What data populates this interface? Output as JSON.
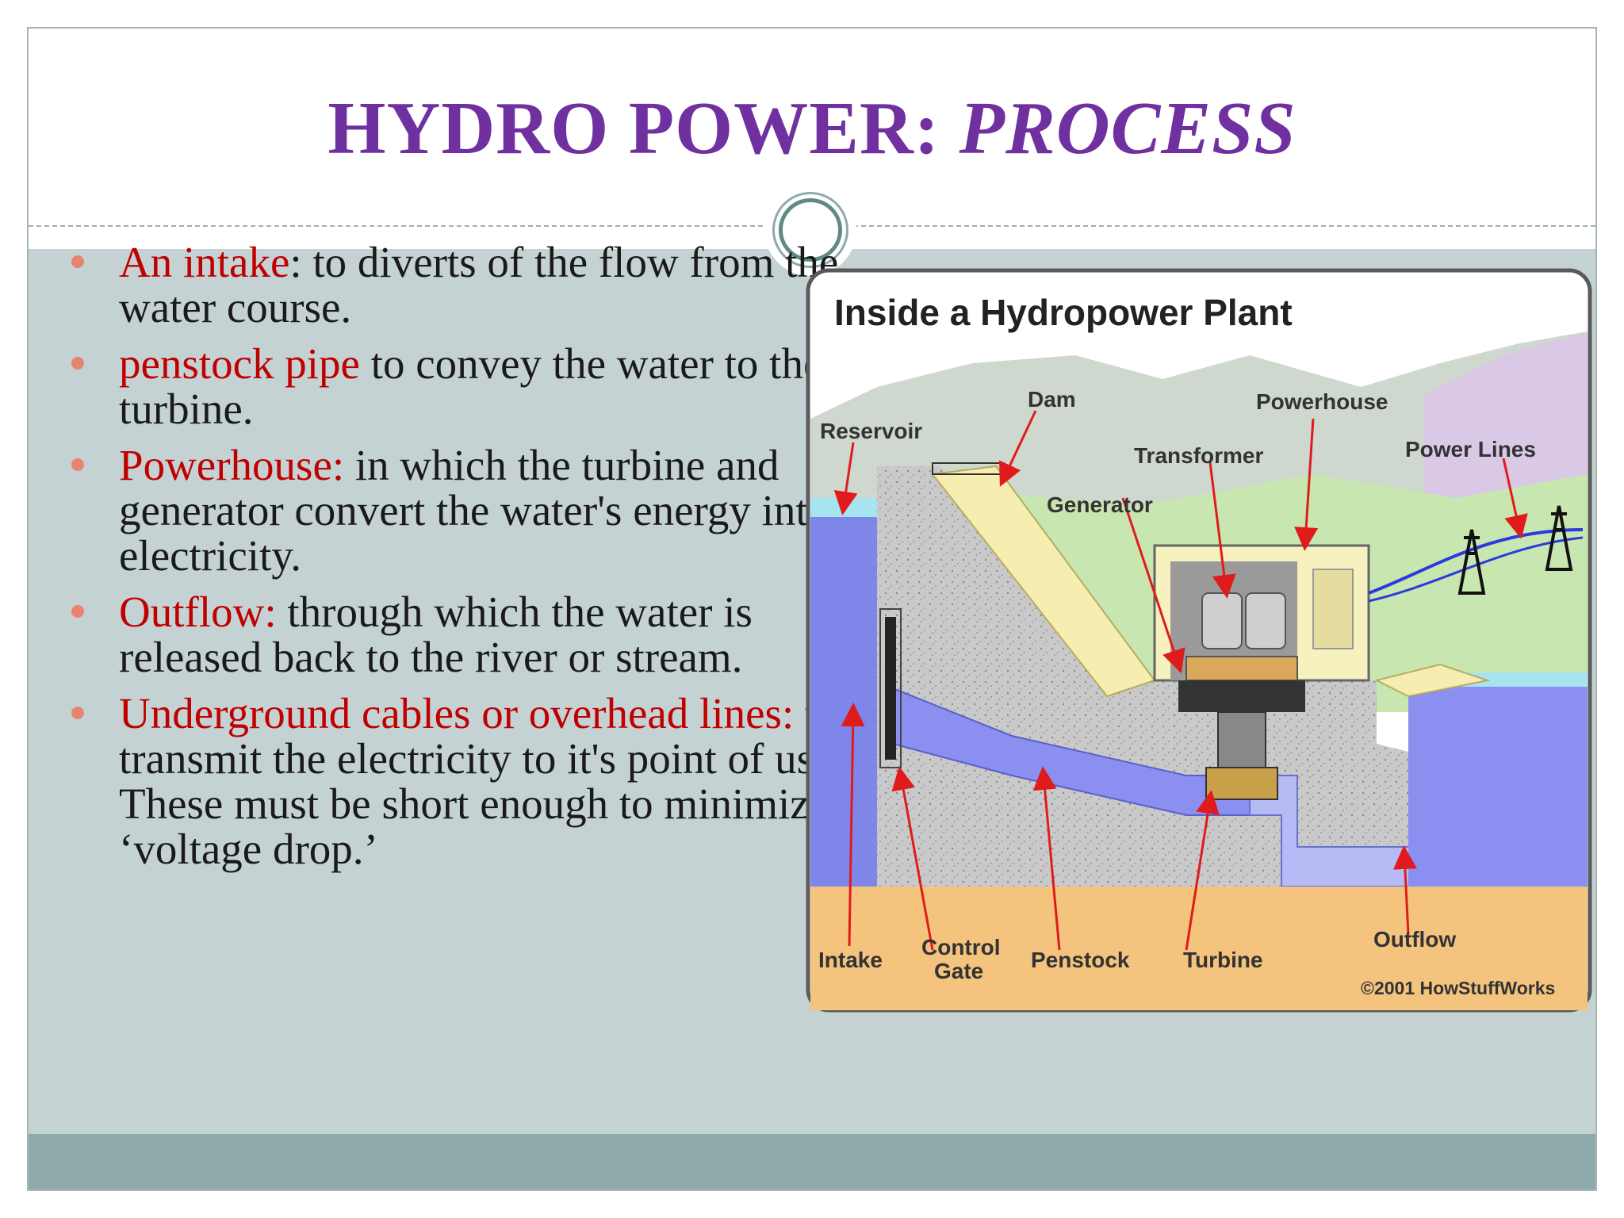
{
  "slide": {
    "title_main": "HYDRO POWER: ",
    "title_italic": "PROCESS"
  },
  "bullets": [
    {
      "term": "An intake",
      "text": ": to diverts of the flow from the water course."
    },
    {
      "term": "penstock pipe",
      "text": " to convey the water to the turbine."
    },
    {
      "term": "Powerhouse:",
      "text": " in which the turbine and generator convert the water's energy into electricity."
    },
    {
      "term": "Outflow:",
      "text": " through which the water is released back to the river or stream."
    },
    {
      "term": "Underground cables or overhead lines:",
      "text": " to transmit the electricity to it's point of use. These must be short enough to minimize ‘voltage drop.’"
    }
  ],
  "diagram": {
    "title": "Inside a Hydropower Plant",
    "labels": {
      "reservoir": "Reservoir",
      "dam": "Dam",
      "powerhouse": "Powerhouse",
      "transformer": "Transformer",
      "power_lines": "Power Lines",
      "generator": "Generator",
      "intake": "Intake",
      "control_gate_1": "Control",
      "control_gate_2": "Gate",
      "penstock": "Penstock",
      "turbine": "Turbine",
      "outflow": "Outflow",
      "credit": "©2001 HowStuffWorks"
    }
  },
  "colors": {
    "title": "#7030a0",
    "term": "#c00000",
    "bullet_dot": "#e8836d",
    "content_bg": "#c5d2d4",
    "footer": "#8faaaa"
  }
}
